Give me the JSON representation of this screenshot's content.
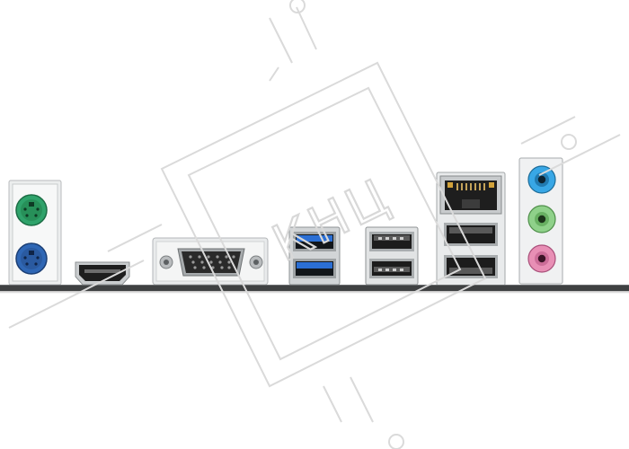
{
  "image": {
    "subject": "motherboard-rear-io-panel",
    "background_color": "#ffffff",
    "board_color": "#3f4142"
  },
  "ports": [
    {
      "name": "ps2-keyboard-port",
      "color": "#2fa36b"
    },
    {
      "name": "ps2-mouse-port",
      "color": "#2f67b5"
    },
    {
      "name": "hdmi-port",
      "color": "#1e1e1e"
    },
    {
      "name": "vga-dsub-port",
      "color": "#2a2a2a"
    },
    {
      "name": "usb3-ports",
      "color": "#2b6fd4"
    },
    {
      "name": "usb2-ports",
      "color": "#1c1c1c"
    },
    {
      "name": "lan-rj45-port",
      "color": "#1e1e1e"
    },
    {
      "name": "usb2-ports-lower",
      "color": "#1c1c1c"
    },
    {
      "name": "audio-line-in-jack",
      "color": "#38a7e6"
    },
    {
      "name": "audio-line-out-jack",
      "color": "#8fd18a"
    },
    {
      "name": "audio-mic-jack",
      "color": "#e88fb5"
    }
  ],
  "watermark": {
    "text": "КНЦ",
    "color": "#d8d8d8"
  }
}
